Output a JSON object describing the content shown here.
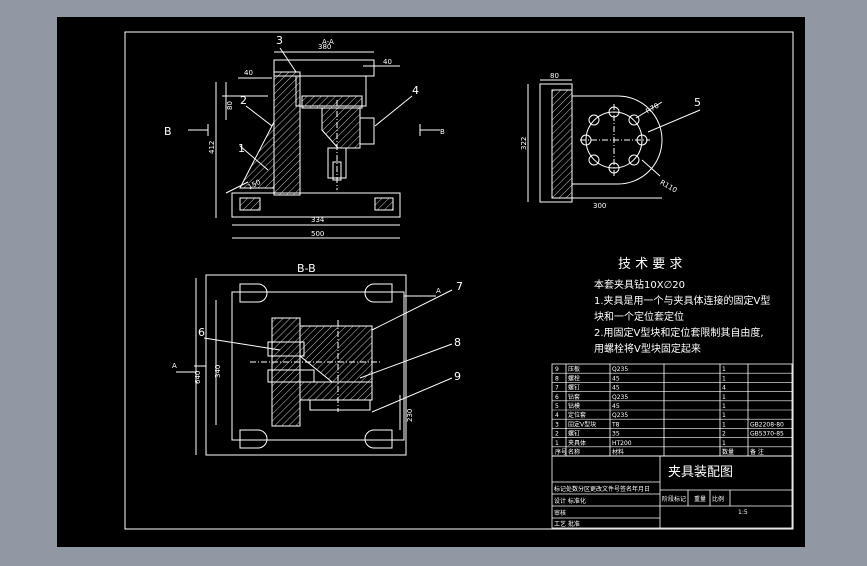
{
  "colors": {
    "app_background": "#8f98a3",
    "sheet": "#000000",
    "line": "#ffffff",
    "hatch": "#d8d8d8"
  },
  "view_top": {
    "section_label": "A-A",
    "dim_top": "380",
    "dim_right": "40",
    "dim_left": "40",
    "dim_side_upper": "80",
    "dim_height": "412",
    "dim_inner": "334",
    "dim_base": "500",
    "dim_diag": "150",
    "section_b_left": "B",
    "section_b_right": "B",
    "balloons": [
      "3",
      "2",
      "1",
      "4"
    ]
  },
  "view_right": {
    "dim_top": "80",
    "dim_left": "322",
    "dim_bottom": "300",
    "dim_r1": "R70",
    "dim_r2": "R110",
    "balloon": "5"
  },
  "view_section": {
    "title": "B-B",
    "dim_left": "640",
    "dim_inner": "340",
    "dim_right": "230",
    "section_a_top": "A",
    "section_a_left": "A",
    "balloons": [
      "7",
      "6",
      "8",
      "9"
    ]
  },
  "tech": {
    "title": "技 术 要 求",
    "lines": [
      "本套夹具钻10X∅20",
      "1.夹具是用一个与夹具体连接的固定V型",
      "块和一个定位套定位",
      "2.用固定V型块和定位套限制其自由度,",
      "用螺栓将V型块固定起来"
    ]
  },
  "bom": {
    "rows": [
      [
        "9",
        "压板",
        "Q235",
        "1",
        ""
      ],
      [
        "8",
        "螺栓",
        "45",
        "1",
        ""
      ],
      [
        "7",
        "螺钉",
        "45",
        "4",
        ""
      ],
      [
        "6",
        "钻套",
        "Q235",
        "1",
        ""
      ],
      [
        "5",
        "钻模",
        "45",
        "1",
        ""
      ],
      [
        "4",
        "定位套",
        "Q235",
        "1",
        ""
      ],
      [
        "3",
        "固定V型块",
        "T8",
        "1",
        "GB2208-80"
      ],
      [
        "2",
        "螺钉",
        "35",
        "2",
        "GB5370-85"
      ],
      [
        "1",
        "夹具体",
        "HT200",
        "1",
        ""
      ]
    ],
    "header": [
      "序号",
      "名称",
      "材料",
      "数量",
      "备 注"
    ]
  },
  "titleblock": {
    "title": "夹具装配图",
    "rows": [
      "标记处数分区更改文件号签名年月日",
      "设计  标准化",
      "审核",
      "工艺  批准"
    ],
    "cells": [
      "阶段标记",
      "重量",
      "比例",
      "1:5"
    ]
  }
}
